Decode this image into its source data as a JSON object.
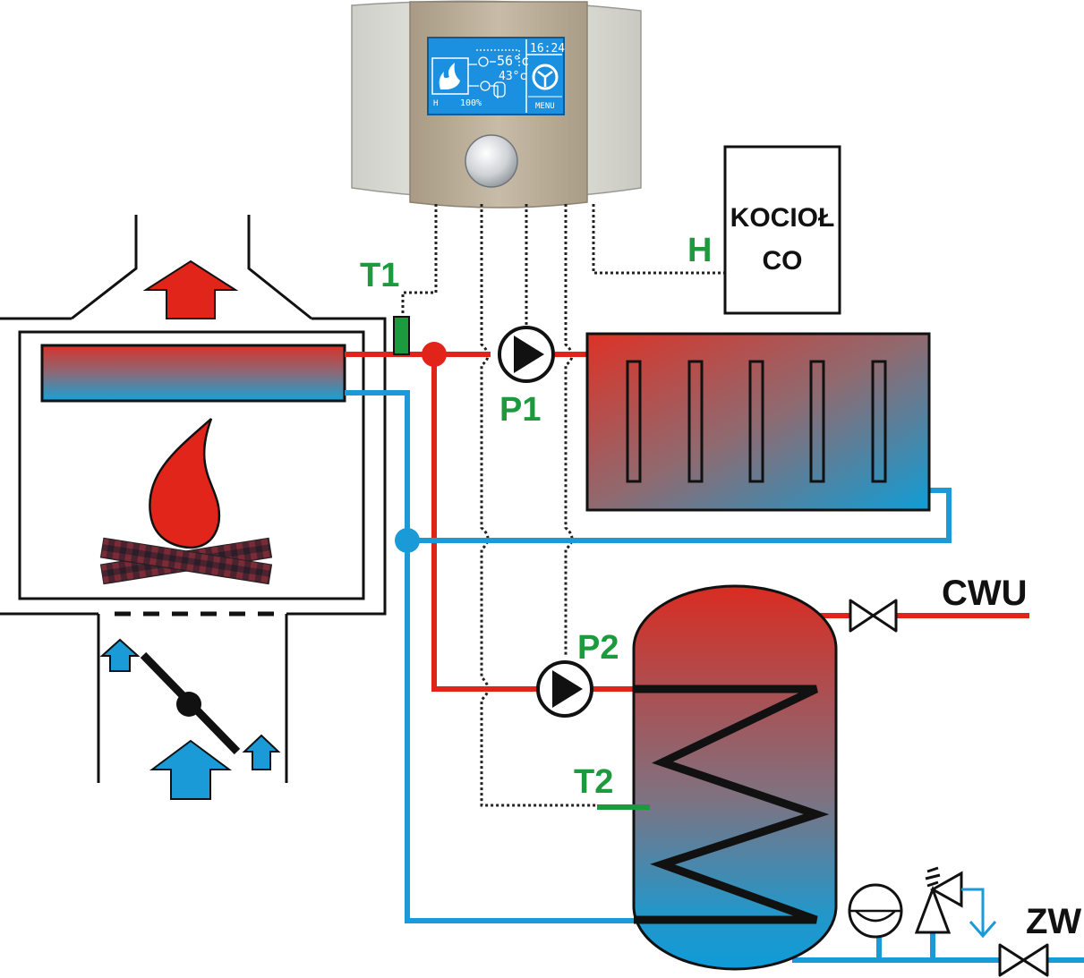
{
  "labels": {
    "t1": "T1",
    "t2": "T2",
    "p1": "P1",
    "p2": "P2",
    "h": "H",
    "cwu": "CWU",
    "zw": "ZW",
    "boiler_line1": "KOCIOŁ",
    "boiler_line2": "CO"
  },
  "controller_screen": {
    "time": "16:24",
    "temp_1": "56°c",
    "temp_2": "43°c",
    "percent": "100%",
    "menu": "MENU",
    "mode": "H"
  },
  "colors": {
    "hot": "#e2231a",
    "cold": "#1a9ad6",
    "sensor": "#1e9a3e",
    "screen": "#1b8fe0",
    "controller_body": "#e2e2dc",
    "controller_panel": "#b9ad98"
  },
  "icons": [
    "pump-icon",
    "valve-icon",
    "flame-icon",
    "arrow-up-icon",
    "damper-icon",
    "expansion-vessel-icon",
    "safety-valve-icon"
  ]
}
